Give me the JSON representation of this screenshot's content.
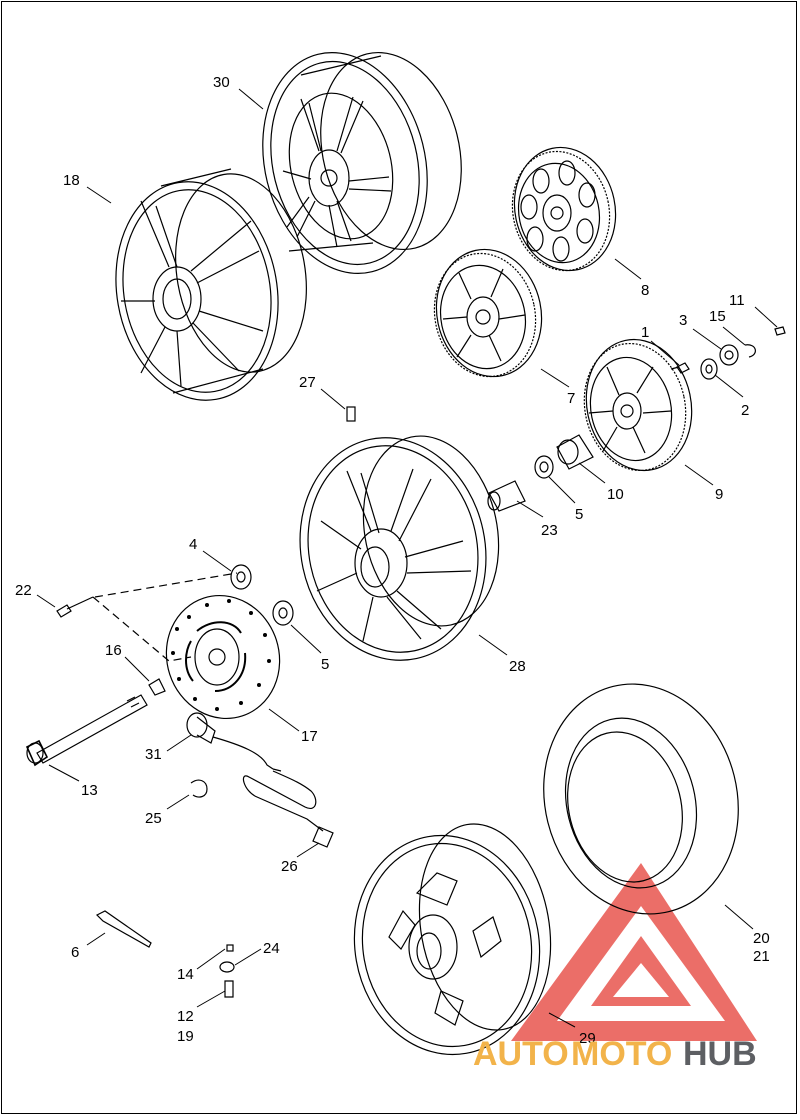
{
  "colors": {
    "line": "#000000",
    "watermark_red": "#e8554e",
    "watermark_orange": "#f2b34a",
    "watermark_gray": "#5d5f63"
  },
  "callouts": [
    {
      "id": "c1",
      "label": "30"
    },
    {
      "id": "c2",
      "label": "18"
    },
    {
      "id": "c3",
      "label": "8"
    },
    {
      "id": "c4",
      "label": "11"
    },
    {
      "id": "c5",
      "label": "1"
    },
    {
      "id": "c6",
      "label": "3"
    },
    {
      "id": "c7",
      "label": "15"
    },
    {
      "id": "c8",
      "label": "2"
    },
    {
      "id": "c9",
      "label": "7"
    },
    {
      "id": "c10",
      "label": "27"
    },
    {
      "id": "c11",
      "label": "10"
    },
    {
      "id": "c12",
      "label": "9"
    },
    {
      "id": "c13",
      "label": "5"
    },
    {
      "id": "c14",
      "label": "23"
    },
    {
      "id": "c15",
      "label": "4"
    },
    {
      "id": "c16",
      "label": "22"
    },
    {
      "id": "c17",
      "label": "16"
    },
    {
      "id": "c18",
      "label": "5"
    },
    {
      "id": "c19",
      "label": "28"
    },
    {
      "id": "c20",
      "label": "17"
    },
    {
      "id": "c21",
      "label": "31"
    },
    {
      "id": "c22",
      "label": "13"
    },
    {
      "id": "c23",
      "label": "25"
    },
    {
      "id": "c24",
      "label": "26"
    },
    {
      "id": "c25",
      "label": "20"
    },
    {
      "id": "c26",
      "label": "21"
    },
    {
      "id": "c27",
      "label": "6"
    },
    {
      "id": "c28",
      "label": "24"
    },
    {
      "id": "c29",
      "label": "14"
    },
    {
      "id": "c30",
      "label": "12"
    },
    {
      "id": "c31",
      "label": "19"
    },
    {
      "id": "c32",
      "label": "29"
    }
  ],
  "watermark": {
    "part1": "AUTO",
    "part2": "MOTO",
    "part3": "HUB"
  }
}
